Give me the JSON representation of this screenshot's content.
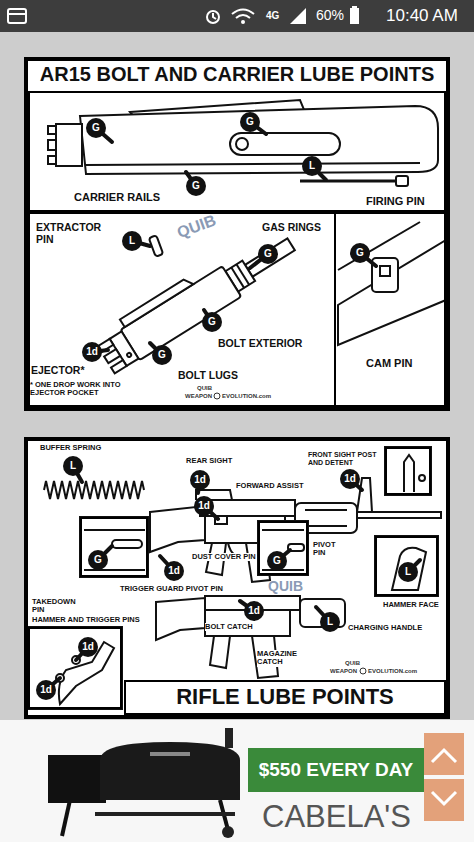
{
  "diagram": {
    "nodes": [
      {
        "text": [
          "4G",
          "60%",
          "10:40 AM"
        ]
      },
      {
        "text": [
          "AR15 BOLT AND CARRIER LUBE POINTS"
        ]
      },
      {
        "text": [
          "CARRIER RAILS",
          "FIRING PIN"
        ],
        "in": 1
      },
      {
        "text": [
          "EXTRACTOR PIN",
          "GAS RINGS",
          "BOLT EXTERIOR",
          "EJECTOR*",
          "BOLT LUGS",
          "* ONE DROP WORK INTO EJECTOR POCKET"
        ],
        "in": 1
      },
      {
        "text": [
          "CAM PIN"
        ],
        "in": 1
      },
      {
        "text": [
          "BUFFER SPRING",
          "REAR SIGHT",
          "FORWARD ASSIST",
          "DUST COVER PIN",
          "TRIGGER GUARD PIVOT PIN",
          "BOLT CATCH",
          "MAGAZINE CATCH",
          "CHARGING HANDLE"
        ]
      },
      {
        "text": [
          "FRONT SIGHT POST AND DETENT"
        ],
        "in": 5
      },
      {
        "text": [
          "TAKEDOWN PIN"
        ],
        "in": 5
      },
      {
        "text": [
          "PIVOT PIN"
        ],
        "in": 5
      },
      {
        "text": [
          "HAMMER FACE"
        ],
        "in": 5
      },
      {
        "text": [
          "HAMMER AND TRIGGER PINS"
        ],
        "in": 5
      },
      {
        "text": [
          "RIFLE LUBE POINTS"
        ],
        "in": 5
      },
      {
        "text": [
          "CABELA'S"
        ]
      },
      {
        "text": [
          "$550 EVERY DAY"
        ],
        "in": 12
      }
    ],
    "labels": [
      "G",
      "G",
      "L",
      "G",
      "L",
      "G",
      "G",
      "1d",
      "G",
      "G",
      "QUIB",
      "WEAPON",
      "EVOLUTION.com",
      "QUIB",
      "L",
      "1d",
      "1d",
      "1d",
      "G",
      "1d",
      "G",
      "L",
      "1d",
      "L",
      "1d",
      "1d",
      "QUIB",
      "QUIB",
      "WEAPON",
      "EVOLUTION.com"
    ]
  }
}
